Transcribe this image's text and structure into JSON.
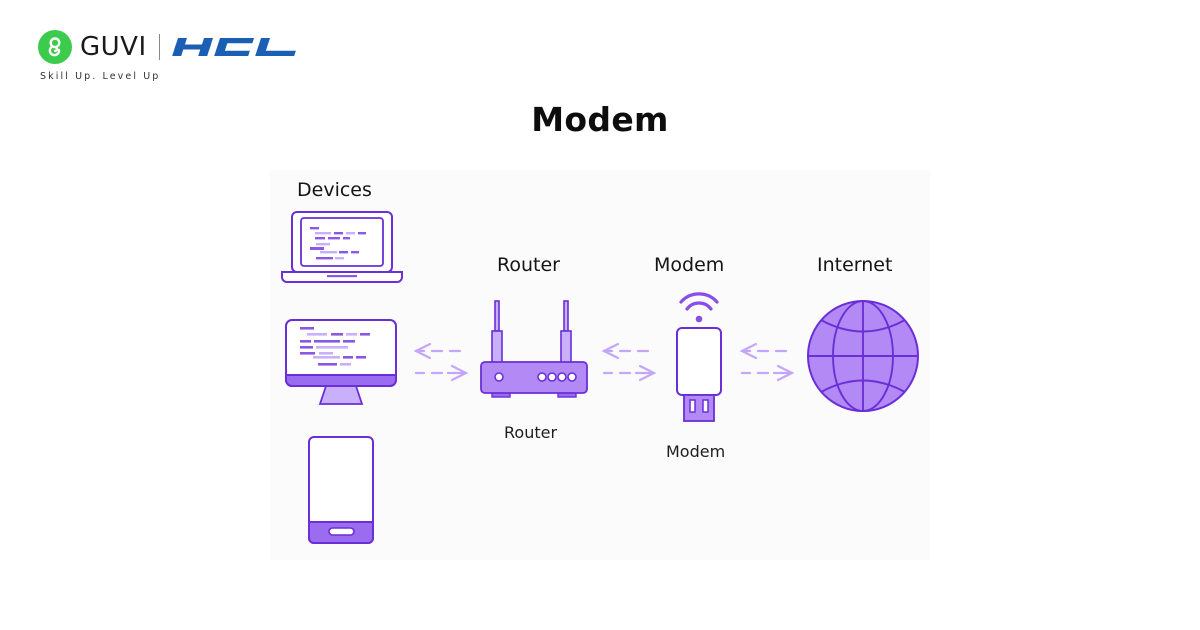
{
  "branding": {
    "guvi_name": "GUVI",
    "partner_name": "HCL",
    "tagline": "Skill Up. Level Up",
    "guvi_color": "#3ccb4c",
    "hcl_color": "#1b5fb5"
  },
  "page": {
    "title": "Modem"
  },
  "diagram": {
    "background": "#fbfbfc",
    "accent_stroke": "#6a2fd6",
    "accent_fill": "#a57af2",
    "light_fill": "#c9b0fa",
    "arrow_color": "#c3a6f9",
    "nodes": [
      {
        "id": "devices",
        "header": "Devices",
        "items": [
          "laptop",
          "desktop-monitor",
          "smartphone"
        ]
      },
      {
        "id": "router",
        "header": "Router",
        "caption": "Router"
      },
      {
        "id": "modem",
        "header": "Modem",
        "caption": "Modem"
      },
      {
        "id": "internet",
        "header": "Internet"
      }
    ],
    "connections": [
      {
        "from": "devices",
        "to": "router",
        "type": "bidirectional-dashed"
      },
      {
        "from": "router",
        "to": "modem",
        "type": "bidirectional-dashed"
      },
      {
        "from": "modem",
        "to": "internet",
        "type": "bidirectional-dashed"
      }
    ]
  }
}
